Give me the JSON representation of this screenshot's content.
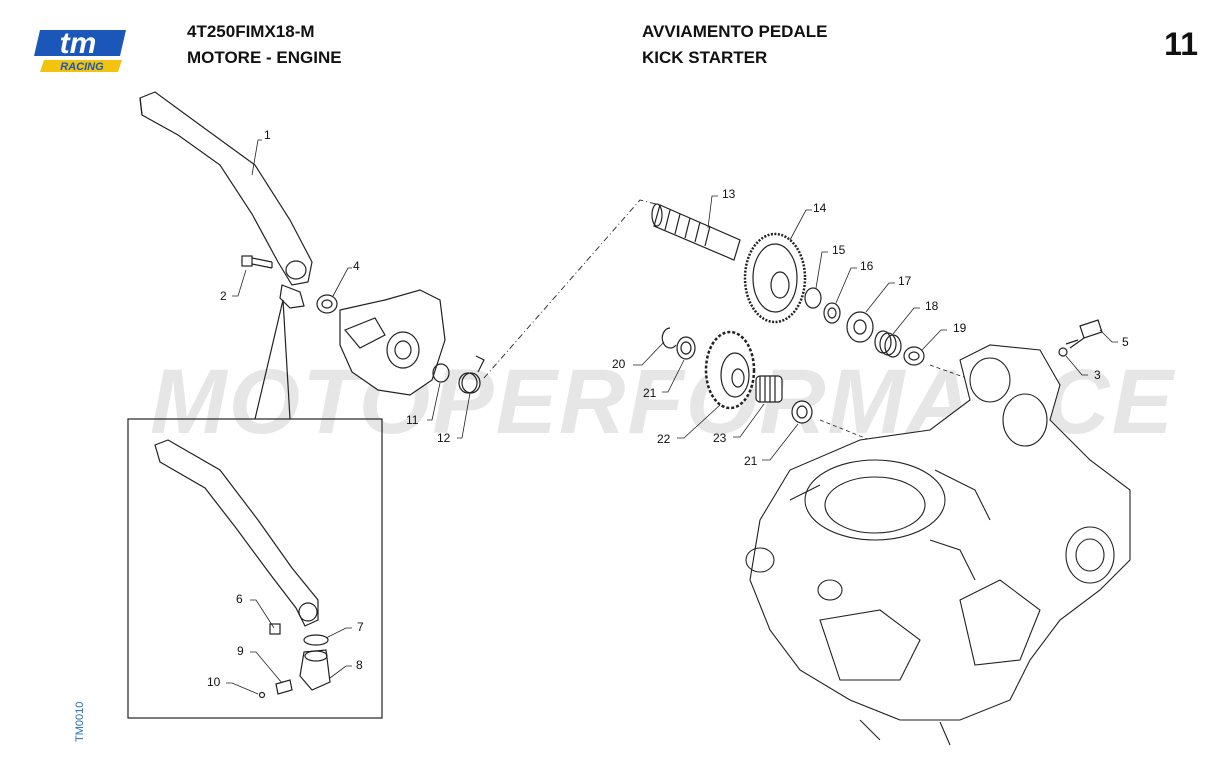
{
  "header": {
    "model_code": "4T250FIMX18-M",
    "section": "MOTORE - ENGINE",
    "group_it": "AVVIAMENTO PEDALE",
    "group_en": "KICK STARTER",
    "page_number": "11"
  },
  "logo": {
    "main": "tm",
    "sub": "RACING",
    "colors": {
      "blue": "#1a57b8",
      "yellow": "#f2c40f"
    }
  },
  "watermark": "MOTOPERFORMANCE",
  "drawing_code": "TM0010",
  "callouts": {
    "c1": "1",
    "c2": "2",
    "c3": "3",
    "c4": "4",
    "c5": "5",
    "c6": "6",
    "c7": "7",
    "c8": "8",
    "c9": "9",
    "c10": "10",
    "c11": "11",
    "c12": "12",
    "c13": "13",
    "c14": "14",
    "c15": "15",
    "c16": "16",
    "c17": "17",
    "c18": "18",
    "c19": "19",
    "c20": "20",
    "c21a": "21",
    "c21b": "21",
    "c22": "22",
    "c23": "23"
  }
}
